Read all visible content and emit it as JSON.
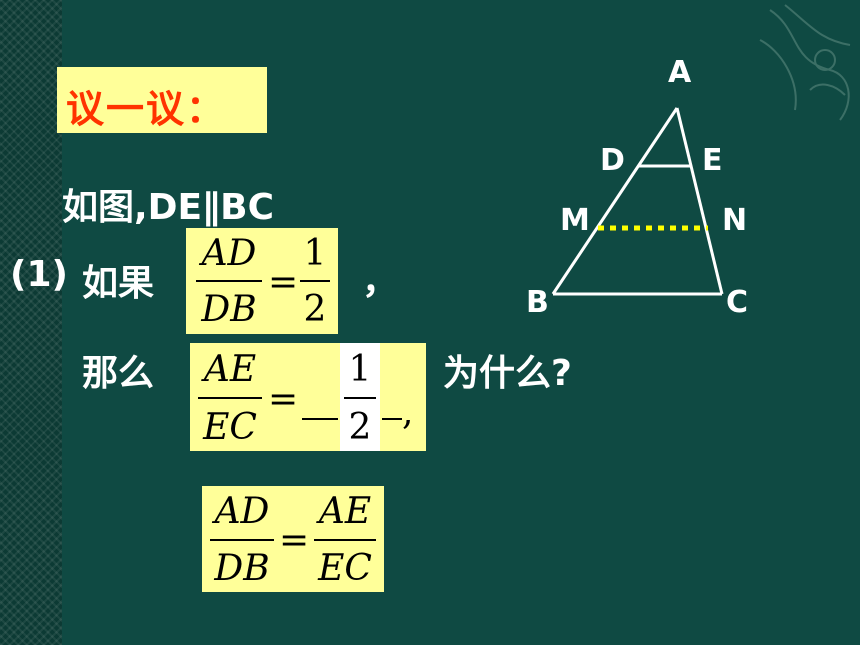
{
  "title": "议一议：",
  "line1": "如图,DE∥BC",
  "q1_prefix": "(1)",
  "q1_if": "如果",
  "q1_comma": "，",
  "then": "那么",
  "why": "为什么?",
  "frac1": {
    "num": "AD",
    "den": "DB",
    "eq": "=",
    "rnum": "1",
    "rden": "2"
  },
  "frac2": {
    "num": "AE",
    "den": "EC",
    "eq": "=",
    "rnum": "1",
    "rden": "2",
    "trail": ","
  },
  "frac3": {
    "num": "AD",
    "den": "DB",
    "eq": "=",
    "rnum": "AE",
    "rden": "EC"
  },
  "points": {
    "A": "A",
    "D": "D",
    "E": "E",
    "M": "M",
    "N": "N",
    "B": "B",
    "C": "C"
  },
  "colors": {
    "background": "#0f4a43",
    "highlight": "#ffff99",
    "title_text": "#ff3300",
    "dotted_line": "#ffff00"
  }
}
